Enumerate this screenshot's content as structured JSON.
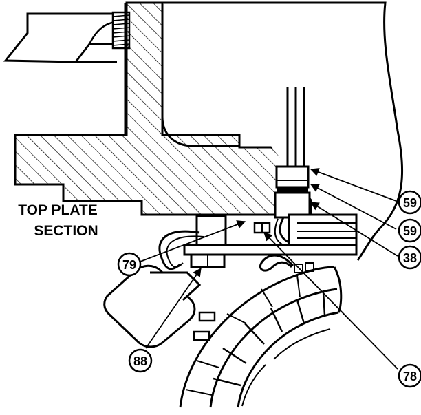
{
  "diagram": {
    "section_label": {
      "line1": "TOP PLATE",
      "line2": "SECTION"
    },
    "callouts": {
      "c59a": "59",
      "c59b": "59",
      "c38": "38",
      "c79": "79",
      "c78": "78",
      "c88": "88"
    },
    "colors": {
      "line": "#000000",
      "background": "#ffffff"
    }
  }
}
